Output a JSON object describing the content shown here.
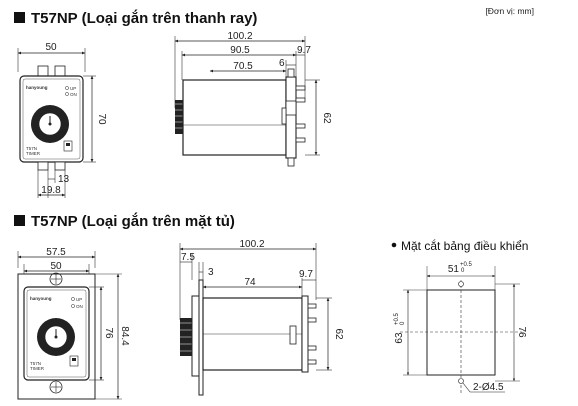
{
  "unit_label": "[Đơn vị: mm]",
  "section1": {
    "title": "T57NP (Loại gắn trên thanh ray)",
    "front": {
      "width": "50",
      "height": "70",
      "bottom_a": "13",
      "bottom_b": "19.8"
    },
    "side": {
      "total": "100.2",
      "body": "90.5",
      "tail": "9.7",
      "inner": "70.5",
      "gap": "6",
      "height": "62"
    }
  },
  "section2": {
    "title": "T57NP (Loại gắn trên mặt tủ)",
    "front": {
      "outer_width": "57.5",
      "inner_width": "50",
      "inner_height": "76",
      "outer_height": "84.4"
    },
    "side": {
      "total": "100.2",
      "flange": "7.5",
      "gap": "3",
      "body": "74",
      "tail": "9.7",
      "height": "62"
    }
  },
  "panel_cut": {
    "title": "Mặt cắt bảng điều khiển",
    "width": "51",
    "width_tol_upper": "+0.5",
    "width_tol_lower": "0",
    "height": "76",
    "height_left": "63",
    "height_tol_upper": "+0.5",
    "height_tol_lower": "0",
    "holes": "2-Ø4.5"
  },
  "device_labels": {
    "brand": "hanyoung",
    "model": "T57N",
    "type": "TIMER",
    "up_label": "UP",
    "on_label": "ON"
  }
}
